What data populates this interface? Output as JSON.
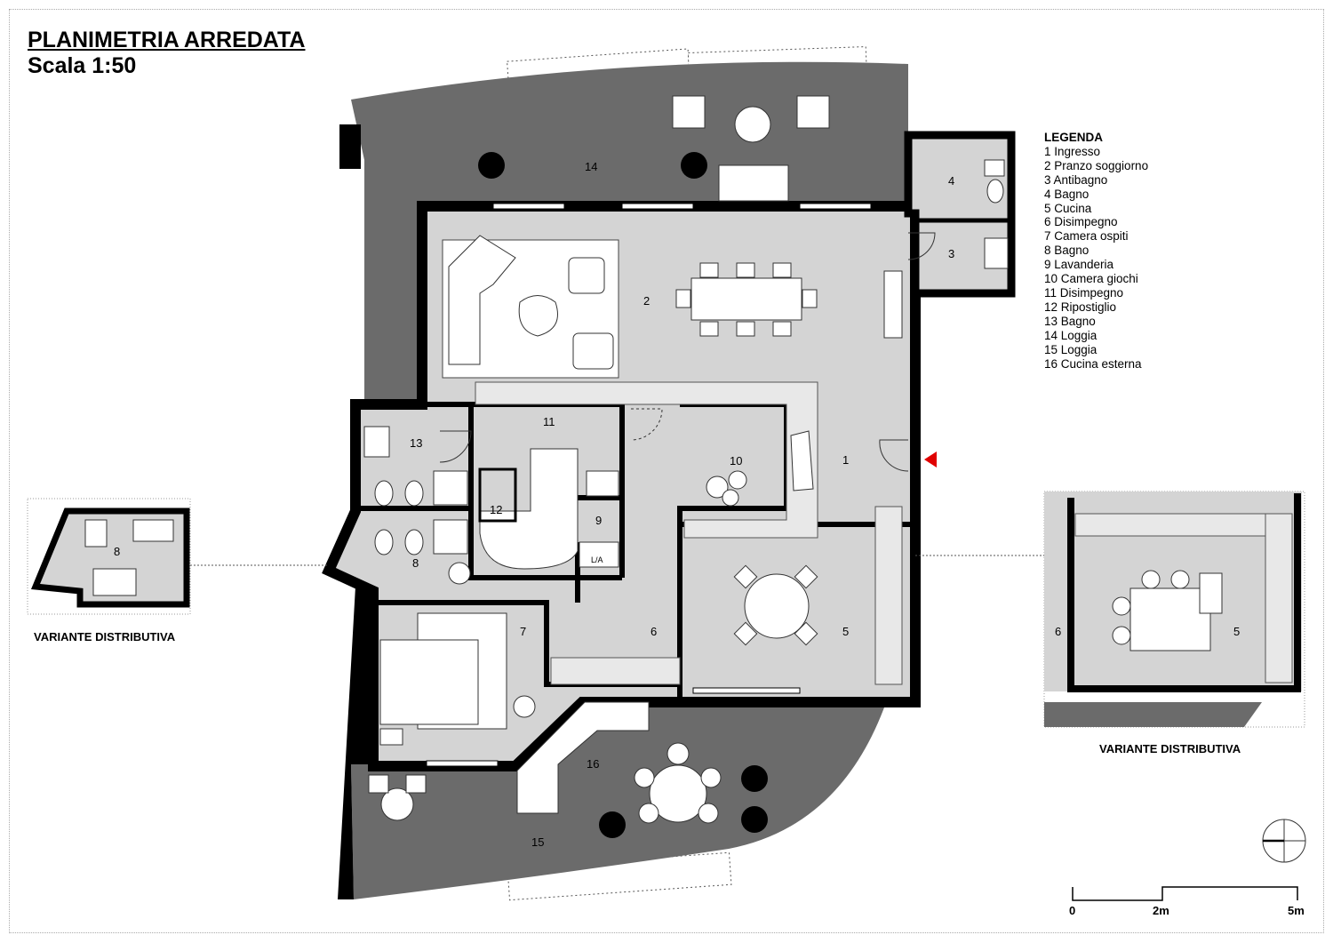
{
  "title": "PLANIMETRIA ARREDATA",
  "scale": "Scala 1:50",
  "legend": {
    "heading": "LEGENDA",
    "items": [
      "1 Ingresso",
      "2 Pranzo soggiorno",
      "3 Antibagno",
      "4 Bagno",
      "5 Cucina",
      "6 Disimpegno",
      "7 Camera ospiti",
      "8 Bagno",
      "9 Lavanderia",
      "10 Camera giochi",
      "11 Disimpegno",
      "12 Ripostiglio",
      "13 Bagno",
      "14 Loggia",
      "15 Loggia",
      "16 Cucina esterna"
    ]
  },
  "rooms": {
    "r1": "1",
    "r2": "2",
    "r3": "3",
    "r4": "4",
    "r5": "5",
    "r6": "6",
    "r7": "7",
    "r8": "8",
    "r9": "9",
    "r10": "10",
    "r11": "11",
    "r12": "12",
    "r13": "13",
    "r14": "14",
    "r15": "15",
    "r16": "16"
  },
  "laundry_tag": "L/A",
  "variants": {
    "left_label": "VARIANTE DISTRIBUTIVA",
    "left_room": "8",
    "right_label": "VARIANTE DISTRIBUTIVA",
    "right_room_a": "6",
    "right_room_b": "5"
  },
  "scale_bar": {
    "ticks": [
      "0",
      "2m",
      "5m"
    ]
  },
  "colors": {
    "interior": "#d4d4d4",
    "loggia": "#6b6b6b",
    "wall": "#000000",
    "entrance_marker": "#e00000"
  }
}
